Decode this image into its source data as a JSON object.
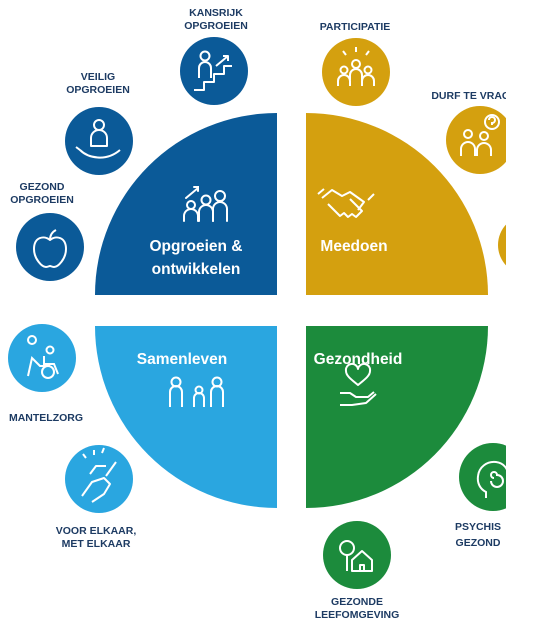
{
  "quadrants": {
    "top_left": {
      "line1": "Opgroeien &",
      "line2": "ontwikkelen",
      "color": "#0b5a98",
      "icon": "growing-people-icon"
    },
    "top_right": {
      "label": "Meedoen",
      "color": "#d4a00f",
      "icon": "handshake-icon"
    },
    "bottom_left": {
      "label": "Samenleven",
      "color": "#2aa6e0",
      "icon": "family-icon"
    },
    "bottom_right": {
      "label": "Gezondheid",
      "color": "#1c8b3c",
      "icon": "heart-hand-icon"
    }
  },
  "themes": {
    "kansrijk": {
      "line1": "KANSRIJK",
      "line2": "OPGROEIEN",
      "icon": "stairs-person-icon"
    },
    "veilig": {
      "line1": "VEILIG",
      "line2": "OPGROEIEN",
      "icon": "child-in-hand-icon"
    },
    "gezond": {
      "line1": "GEZOND",
      "line2": "OPGROEIEN",
      "icon": "apple-icon"
    },
    "participatie": {
      "line1": "PARTICIPATIE",
      "icon": "group-people-icon"
    },
    "durf": {
      "line1": "DURF TE VRAGEN",
      "icon": "question-people-icon"
    },
    "mantelzorg": {
      "line1": "MANTELZORG",
      "icon": "caregiver-wheelchair-icon"
    },
    "voor_elkaar": {
      "line1": "VOOR ELKAAR,",
      "line2": "MET ELKAAR",
      "icon": "clasped-hands-icon"
    },
    "leefomgeving": {
      "line1": "GEZONDE",
      "line2": "LEEFOMGEVING",
      "icon": "house-tree-icon"
    },
    "psychisch": {
      "line1": "PSYCHIS",
      "line2": "GEZOND",
      "icon": "head-spiral-icon"
    }
  },
  "colors": {
    "label_text": "#1d3b63",
    "background": "#ffffff"
  }
}
